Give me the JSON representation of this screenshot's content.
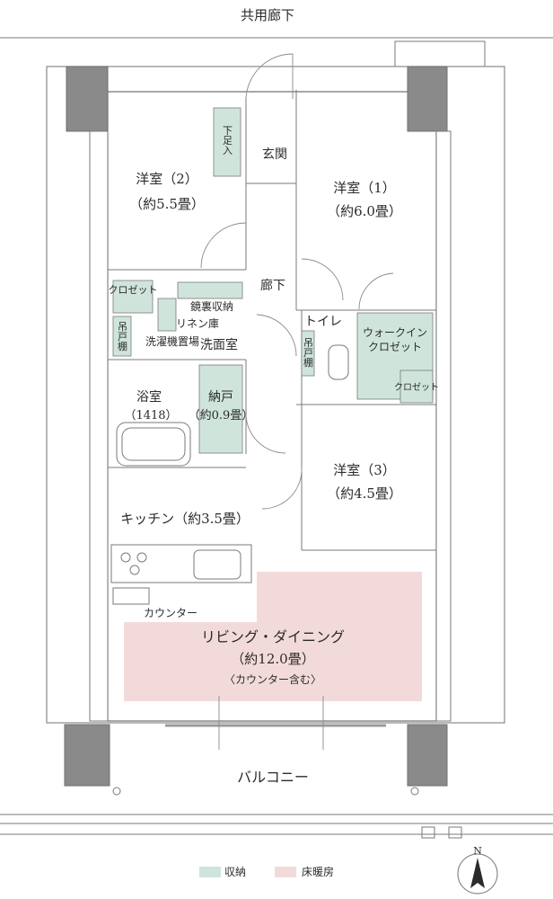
{
  "corridor": "共用廊下",
  "balcony": "バルコニー",
  "rooms": {
    "western2_name": "洋室（2）",
    "western2_size": "（約5.5畳）",
    "western1_name": "洋室（1）",
    "western1_size": "（約6.0畳）",
    "western3_name": "洋室（3）",
    "western3_size": "（約4.5畳）",
    "entrance": "玄関",
    "hallway": "廊下",
    "shoebox": "下足入",
    "closet2": "クロゼット",
    "mirror_storage": "鏡裏収納",
    "linen": "リネン庫",
    "hanging_shelf_left": "吊戸棚",
    "washer": "洗濯機置場",
    "washroom": "洗面室",
    "toilet": "トイレ",
    "hanging_shelf_toilet": "吊戸棚",
    "walkin_line1": "ウォークイン",
    "walkin_line2": "クロゼット",
    "closet3": "クロゼット",
    "bath_name": "浴室",
    "bath_size": "（1418）",
    "storage_name": "納戸",
    "storage_size": "（約0.9畳）",
    "kitchen": "キッチン（約3.5畳）",
    "counter": "カウンター",
    "living_name": "リビング・ダイニング",
    "living_size": "（約12.0畳）",
    "living_note": "〈カウンター含む〉"
  },
  "legend": {
    "storage_label": "収納",
    "storage_color": "#cfe5db",
    "floor_heating_label": "床暖房",
    "floor_heating_color": "#f3dada"
  },
  "compass": {
    "label": "N"
  }
}
